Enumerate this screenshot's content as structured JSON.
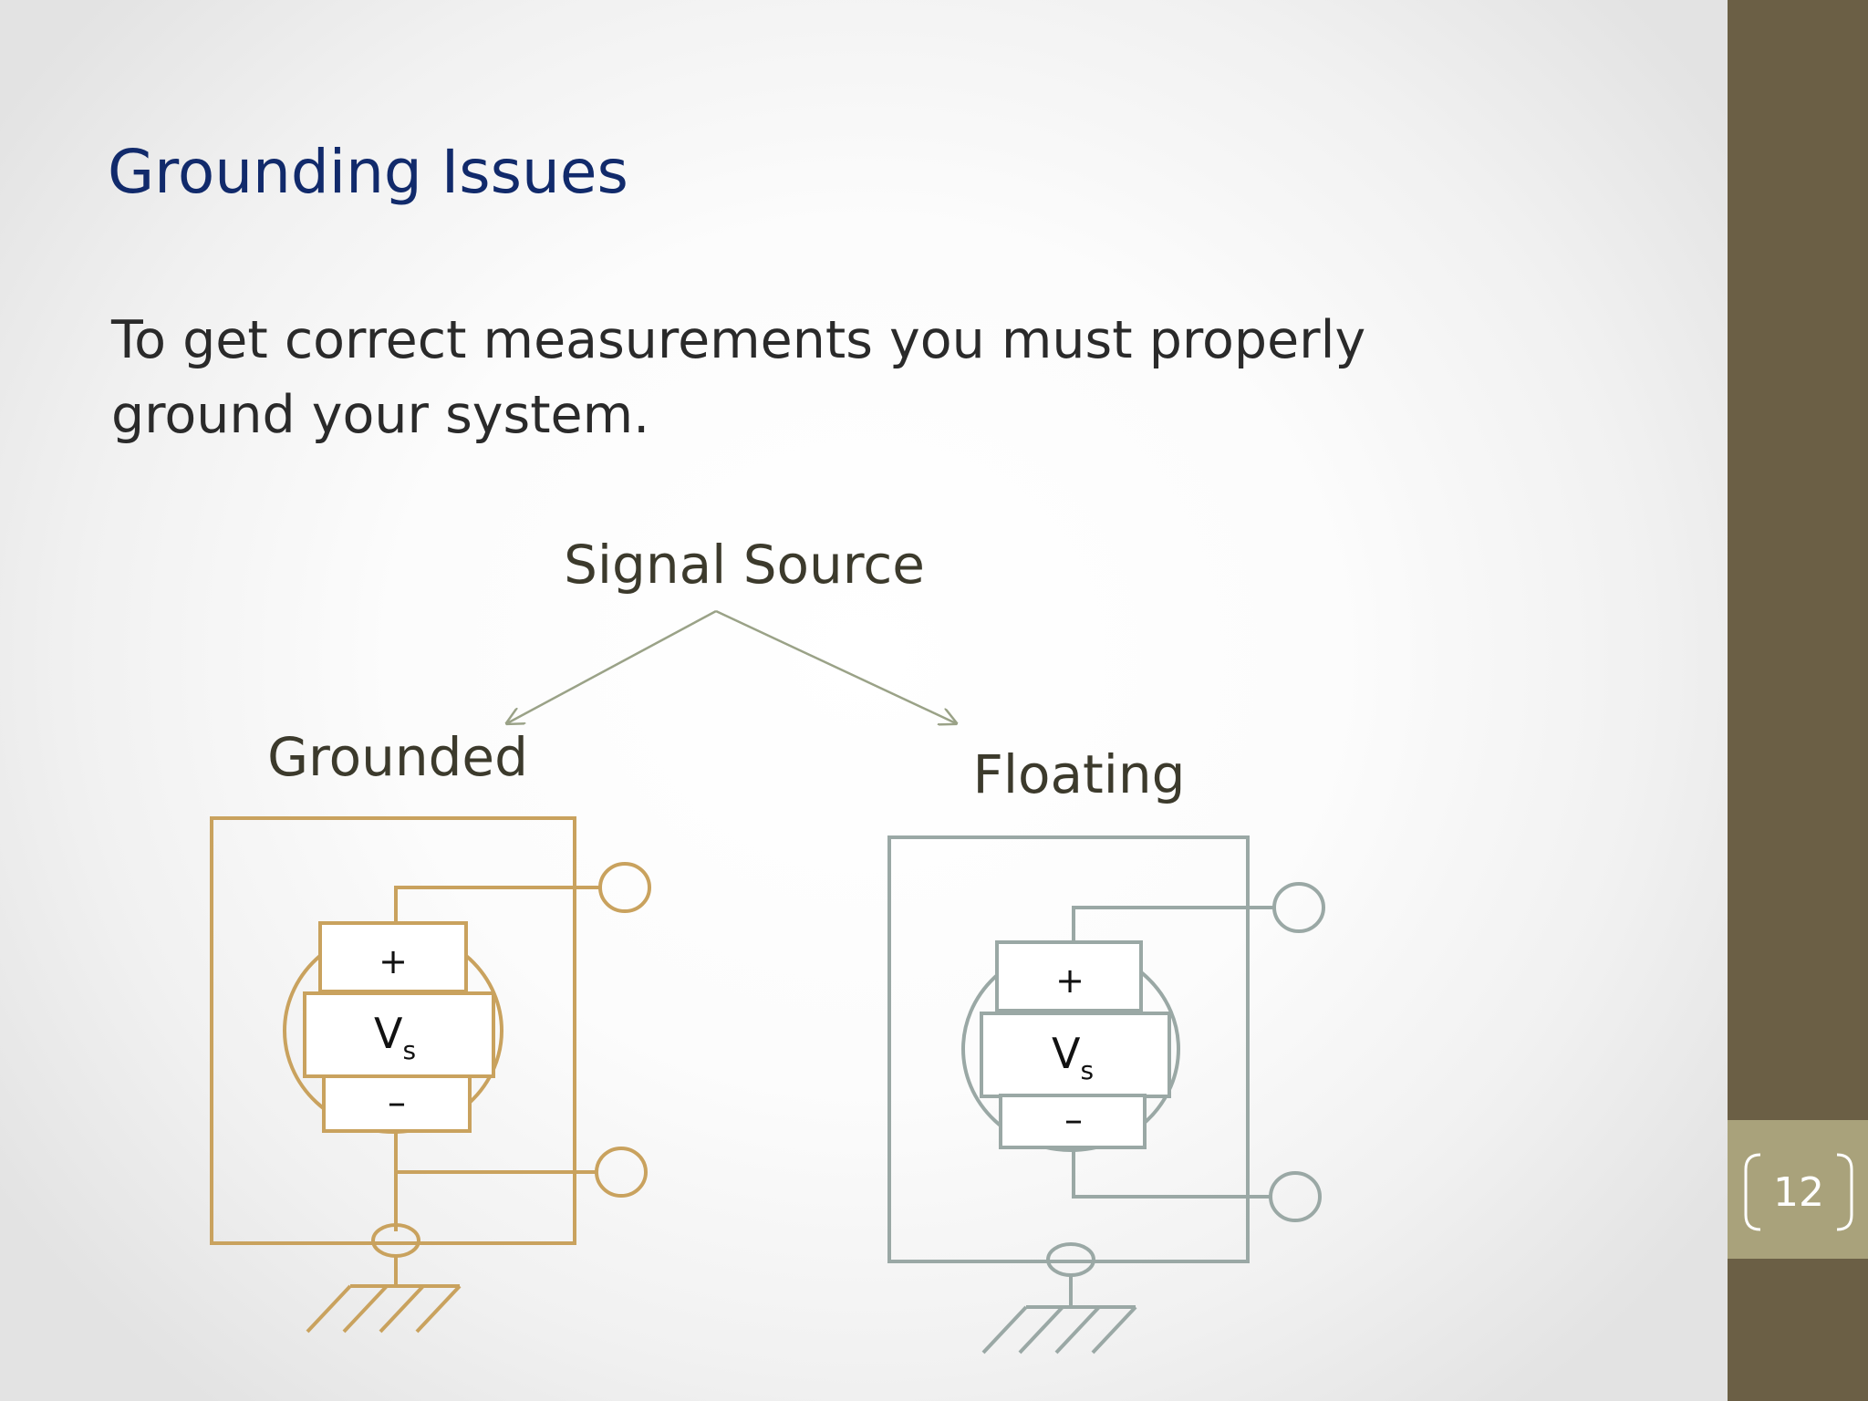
{
  "slide": {
    "title": "Grounding Issues",
    "body": "To get correct measurements you must properly ground your system.",
    "page_number": "12"
  },
  "diagram": {
    "root_label": "Signal Source",
    "branches": [
      {
        "label": "Grounded",
        "color": "#c9a25e",
        "plus": "+",
        "source_main": "V",
        "source_sub": "s",
        "minus": "–"
      },
      {
        "label": "Floating",
        "color": "#9aa8a5",
        "plus": "+",
        "source_main": "V",
        "source_sub": "s",
        "minus": "–"
      }
    ],
    "arrow_color": "#9aa287",
    "label_color": "#3c3a2c"
  },
  "colors": {
    "title": "#112a6b",
    "side_bar": "#6b5f45",
    "page_tab": "#a9a27b"
  }
}
